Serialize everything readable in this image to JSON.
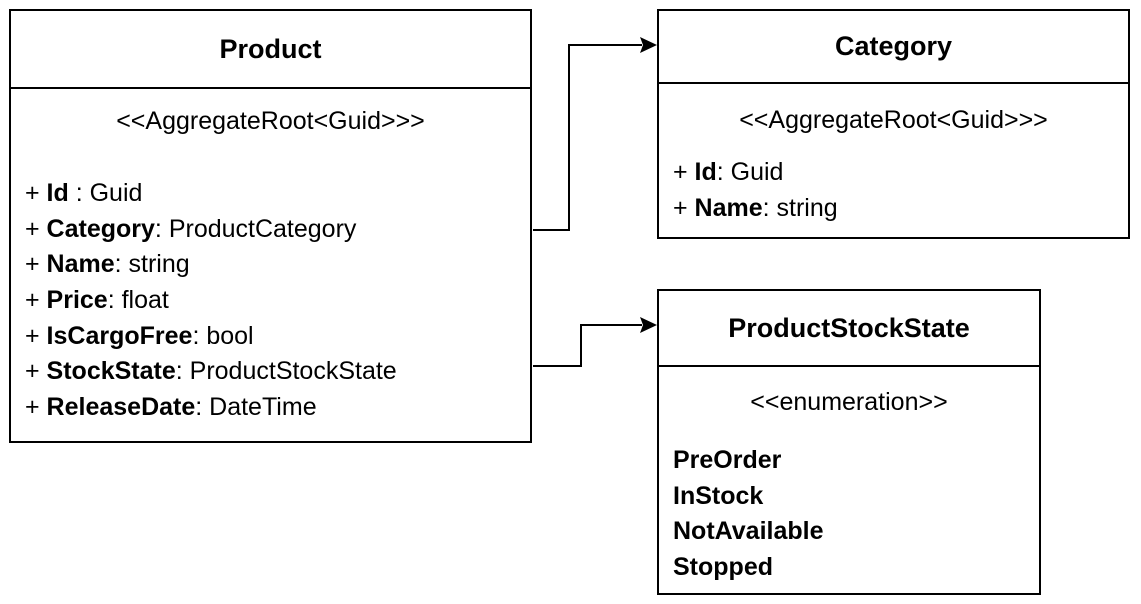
{
  "product": {
    "name": "Product",
    "stereotype": "<<AggregateRoot<Guid>>>",
    "attributes": [
      {
        "prefix": "+ ",
        "name": "Id",
        "type": " : Guid"
      },
      {
        "prefix": "+ ",
        "name": "Category",
        "type": ": ProductCategory"
      },
      {
        "prefix": "+ ",
        "name": "Name",
        "type": ": string"
      },
      {
        "prefix": "+ ",
        "name": "Price",
        "type": ": float"
      },
      {
        "prefix": "+ ",
        "name": "IsCargoFree",
        "type": ": bool"
      },
      {
        "prefix": "+ ",
        "name": "StockState",
        "type": ": ProductStockState"
      },
      {
        "prefix": "+ ",
        "name": "ReleaseDate",
        "type": ": DateTime"
      }
    ]
  },
  "category": {
    "name": "Category",
    "stereotype": "<<AggregateRoot<Guid>>>",
    "attributes": [
      {
        "prefix": "+ ",
        "name": "Id",
        "type": ": Guid"
      },
      {
        "prefix": "+ ",
        "name": "Name",
        "type": ": string"
      }
    ]
  },
  "stock_state": {
    "name": "ProductStockState",
    "stereotype": "<<enumeration>>",
    "values": [
      "PreOrder",
      "InStock",
      "NotAvailable",
      "Stopped"
    ]
  },
  "colors": {
    "border": "#000000",
    "background": "#ffffff",
    "text": "#000000"
  }
}
